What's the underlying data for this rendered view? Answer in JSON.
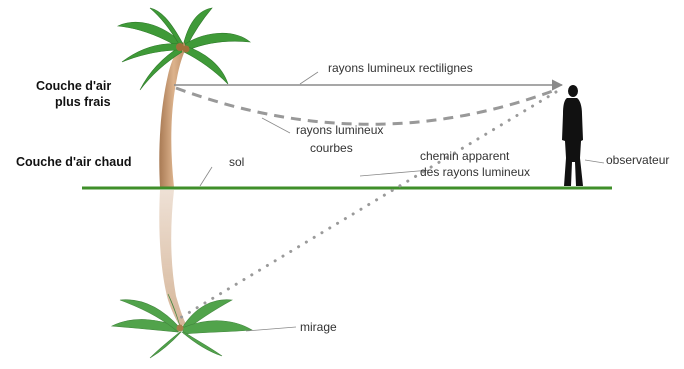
{
  "labels": {
    "cool_layer_line1": "Couche d'air",
    "cool_layer_line2": "plus frais",
    "warm_layer": "Couche d'air chaud",
    "ground": "sol",
    "straight_rays": "rayons lumineux rectilignes",
    "curved_rays_line1": "rayons lumineux",
    "curved_rays_line2": "courbes",
    "apparent_path_line1": "chemin apparent",
    "apparent_path_line2": "des rayons lumineux",
    "observer": "observateur",
    "mirage": "mirage"
  },
  "colors": {
    "ground_line": "#3f8f2a",
    "straight_ray": "#8a8a8a",
    "curved_ray": "#999999",
    "dotted_ray": "#9a9a9a",
    "observer": "#111111",
    "trunk": "#c89a72",
    "palm_leaves": "#3f9a38",
    "label_text": "#333333"
  },
  "icons": {
    "palm_tree": "palm-tree-icon",
    "mirage_reflection": "palm-reflection-icon",
    "observer": "person-silhouette-icon"
  }
}
